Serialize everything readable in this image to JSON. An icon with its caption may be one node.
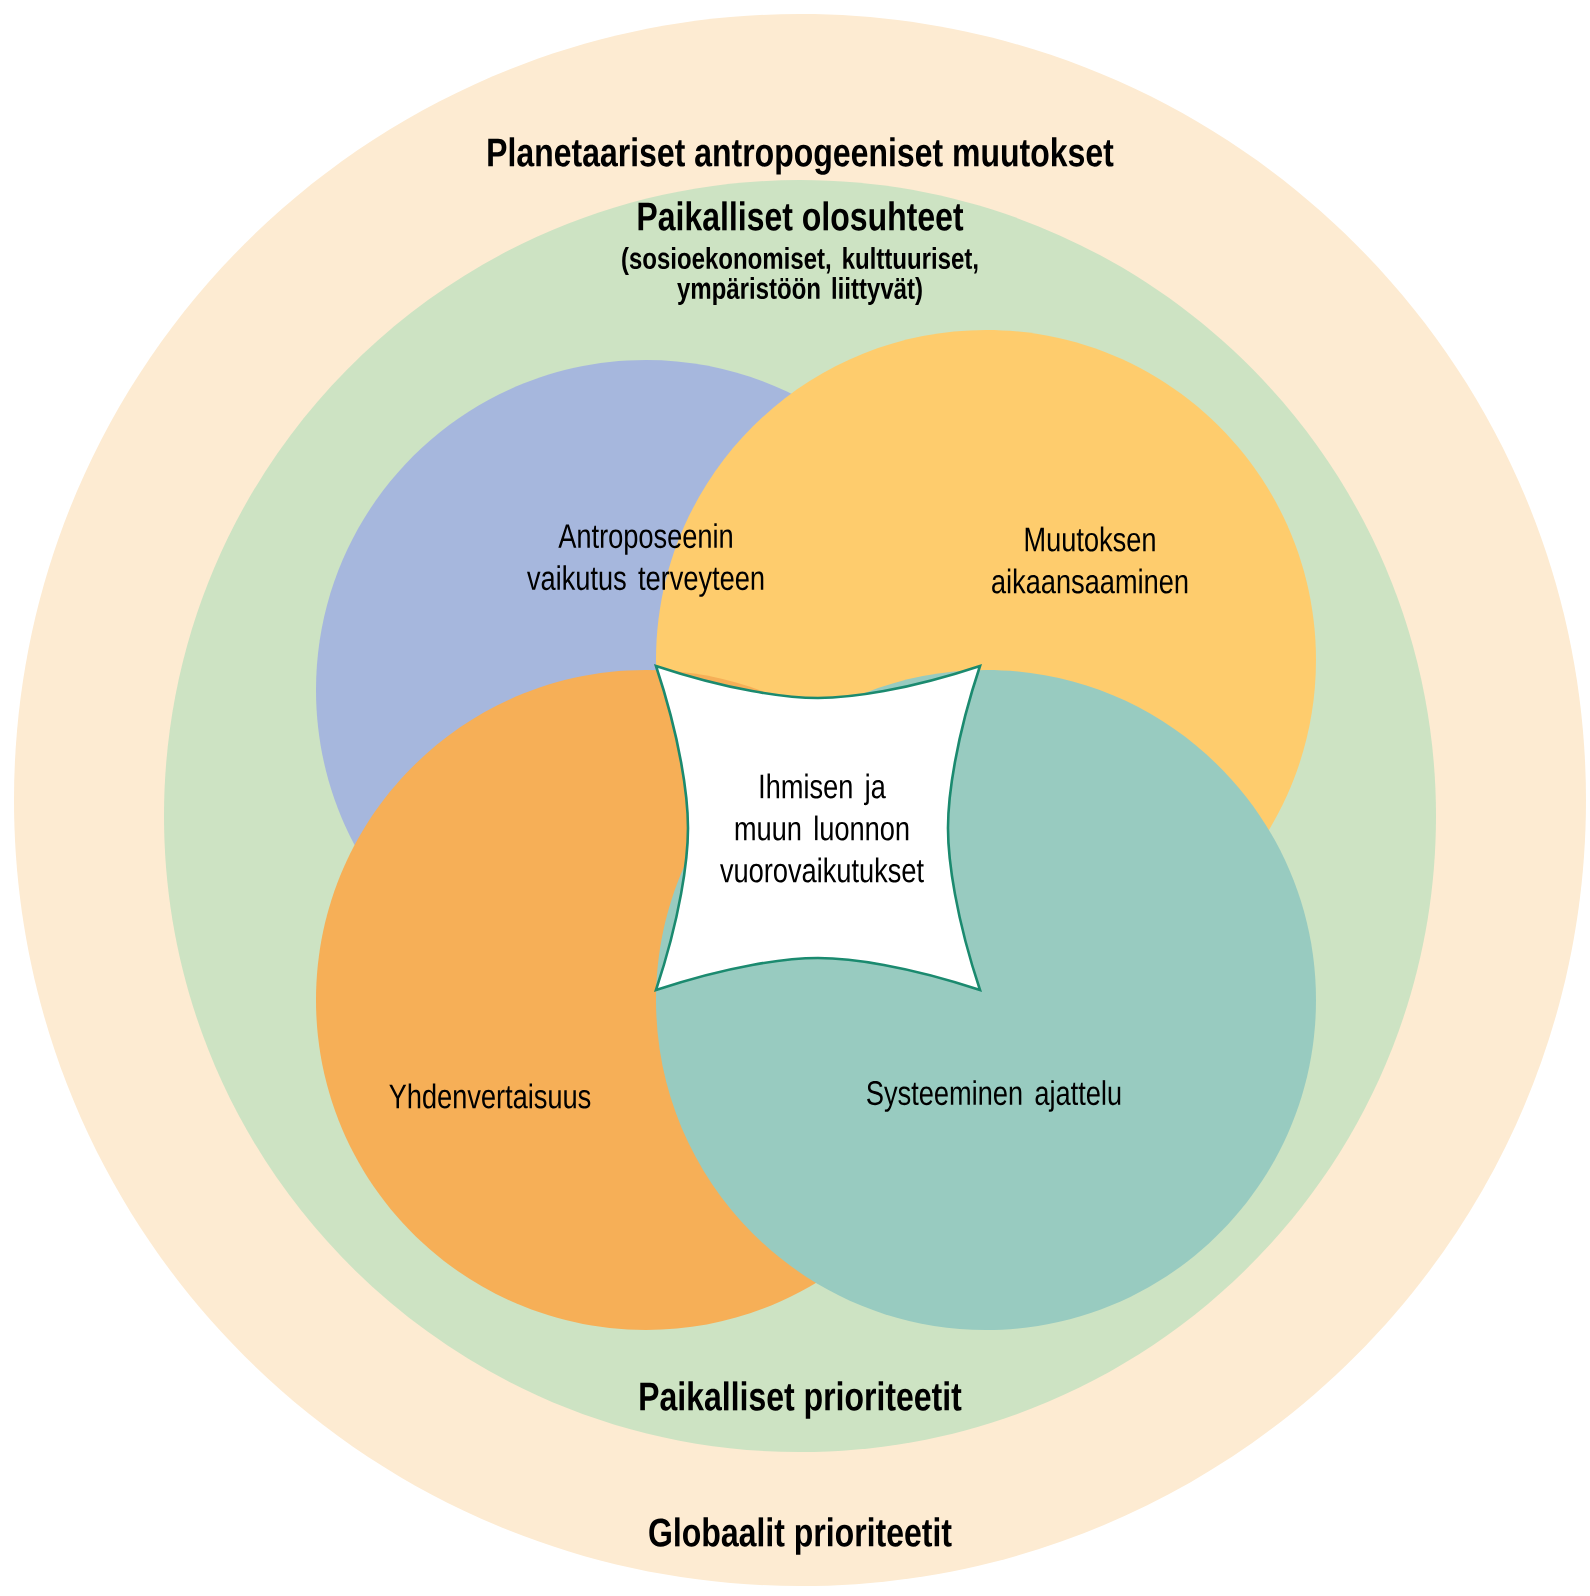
{
  "diagram": {
    "nodes": [
      {
        "text": [
          "Planetaariset antropogeeniset muutokset",
          "Globaalit prioriteetit"
        ]
      },
      {
        "text": [
          "Paikalliset olosuhteet",
          "(sosioekonomiset, kulttuuriset, ympäristöön liittyvät)",
          "Paikalliset prioriteetit"
        ],
        "in": 0
      },
      {
        "text": [
          "Antroposeenin vaikutus terveyteen"
        ],
        "in": 1
      },
      {
        "text": [
          "Muutoksen aikaansaaminen"
        ],
        "in": 1
      },
      {
        "text": [
          "Yhdenvertaisuus"
        ],
        "in": 1
      },
      {
        "text": [
          "Systeeminen ajattelu"
        ],
        "in": 1
      },
      {
        "text": [
          "Ihmisen ja muun luonnon vuorovaikutukset"
        ]
      }
    ]
  }
}
